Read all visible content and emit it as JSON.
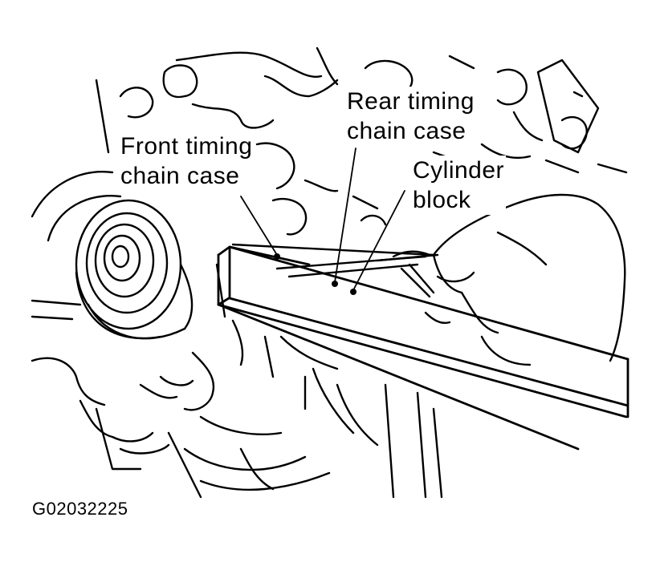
{
  "labels": {
    "front_timing_chain_case": [
      "Front timing",
      "chain case"
    ],
    "rear_timing_chain_case": [
      "Rear timing",
      "chain case"
    ],
    "cylinder_block": [
      "Cylinder",
      "block"
    ]
  },
  "figure_code": "G02032225",
  "colors": {
    "line": "#000000",
    "background": "#ffffff"
  }
}
